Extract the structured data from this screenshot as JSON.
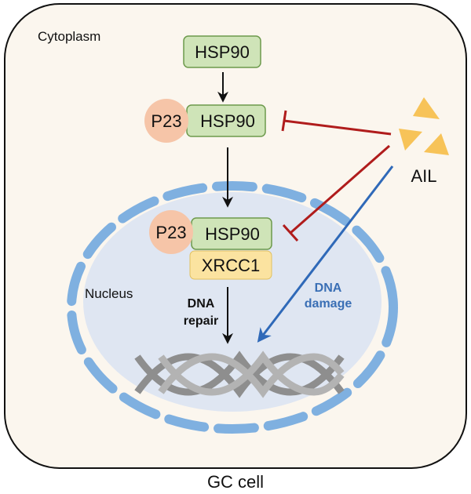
{
  "compartments": {
    "cytoplasm": "Cytoplasm",
    "nucleus": "Nucleus",
    "cell": "GC cell"
  },
  "proteins": {
    "hsp90_free": "HSP90",
    "p23_cyto": "P23",
    "hsp90_cyto": "HSP90",
    "p23_nuc": "P23",
    "hsp90_nuc": "HSP90",
    "xrcc1": "XRCC1"
  },
  "drug": {
    "name": "AIL"
  },
  "annotations": {
    "dna_repair_line1": "DNA",
    "dna_repair_line2": "repair",
    "dna_damage_line1": "DNA",
    "dna_damage_line2": "damage"
  },
  "colors": {
    "cell_fill": "#fbf6ee",
    "nucleus_fill": "#dfe6f2",
    "nuclear_envelope": "#7fb0e0",
    "hsp90_fill": "#cfe4b8",
    "hsp90_stroke": "#6d9a4c",
    "p23_fill": "#f6c5a8",
    "xrcc1_fill": "#fbe3a0",
    "ail_triangle": "#f7c358",
    "inhibition": "#b01c1c",
    "damage_arrow": "#2f69b8",
    "dna": "#8e8e8e"
  }
}
